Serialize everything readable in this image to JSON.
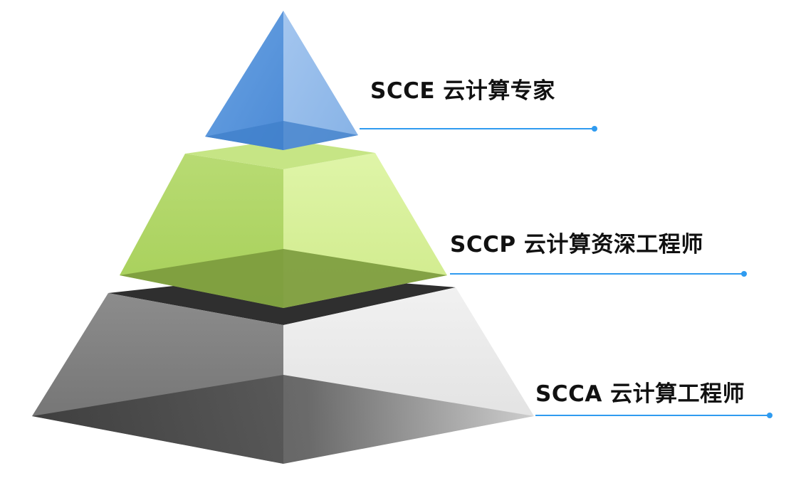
{
  "tiers": [
    {
      "code": "SCCE",
      "title": "云计算专家",
      "label": "SCCE 云计算专家",
      "colors": {
        "left": "#5b96d9",
        "right": "#93bbea",
        "base_dark": "#3f7fc9"
      }
    },
    {
      "code": "SCCP",
      "title": "云计算资深工程师",
      "label": "SCCP 云计算资深工程师",
      "colors": {
        "left": "#a9d25e",
        "right": "#d6f19a",
        "top_face": "#c6e585",
        "bottom_dark": "#7b9a3d"
      }
    },
    {
      "code": "SCCA",
      "title": "云计算工程师",
      "label": "SCCA 云计算工程师",
      "colors": {
        "left": "#7c7c7c",
        "right": "#e9e9e9",
        "top_face": "#2f2f2f",
        "bottom_dark": "#3d3d3d"
      }
    }
  ],
  "connector_color": "#2f9bf0"
}
